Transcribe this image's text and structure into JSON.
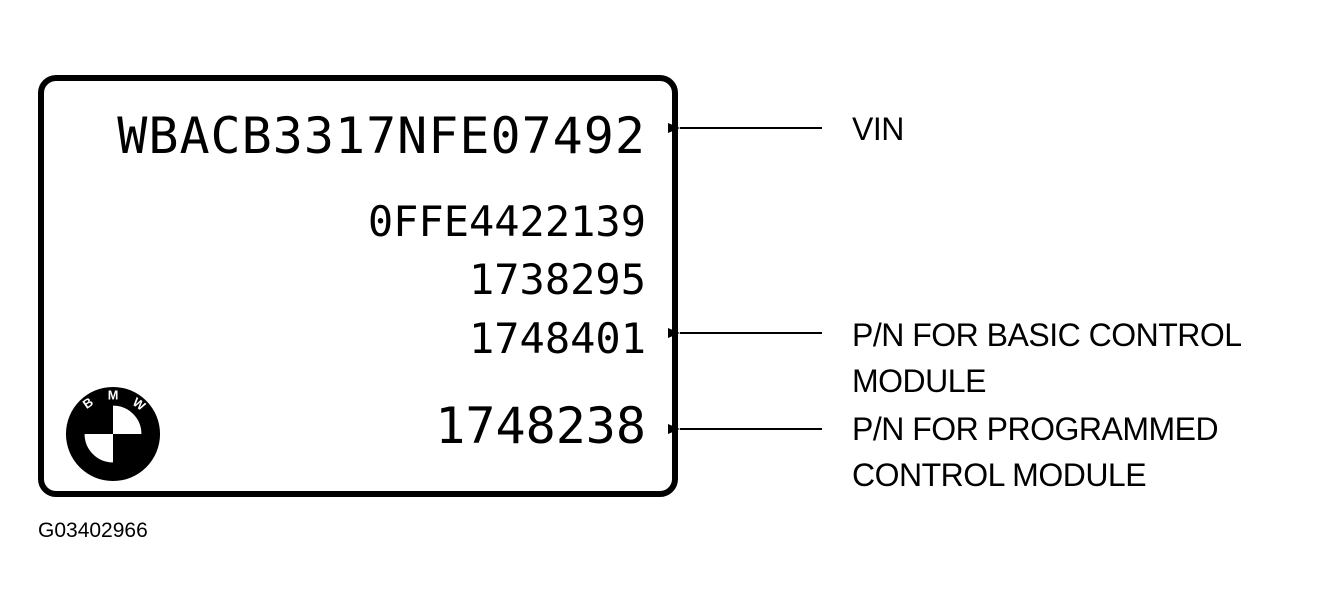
{
  "label": {
    "vin": "WBACB3317NFE07492",
    "line2": "0FFE4422139",
    "line3": "1738295",
    "basic_pn": "1748401",
    "programmed_pn": "1748238",
    "logo": {
      "icon": "bmw-roundel-icon",
      "letters": "B M W"
    }
  },
  "callouts": {
    "vin": "VIN",
    "basic": [
      "P/N FOR BASIC CONTROL",
      "MODULE"
    ],
    "programmed": [
      "P/N FOR PROGRAMMED",
      "CONTROL MODULE"
    ]
  },
  "figure_id": "G03402966"
}
